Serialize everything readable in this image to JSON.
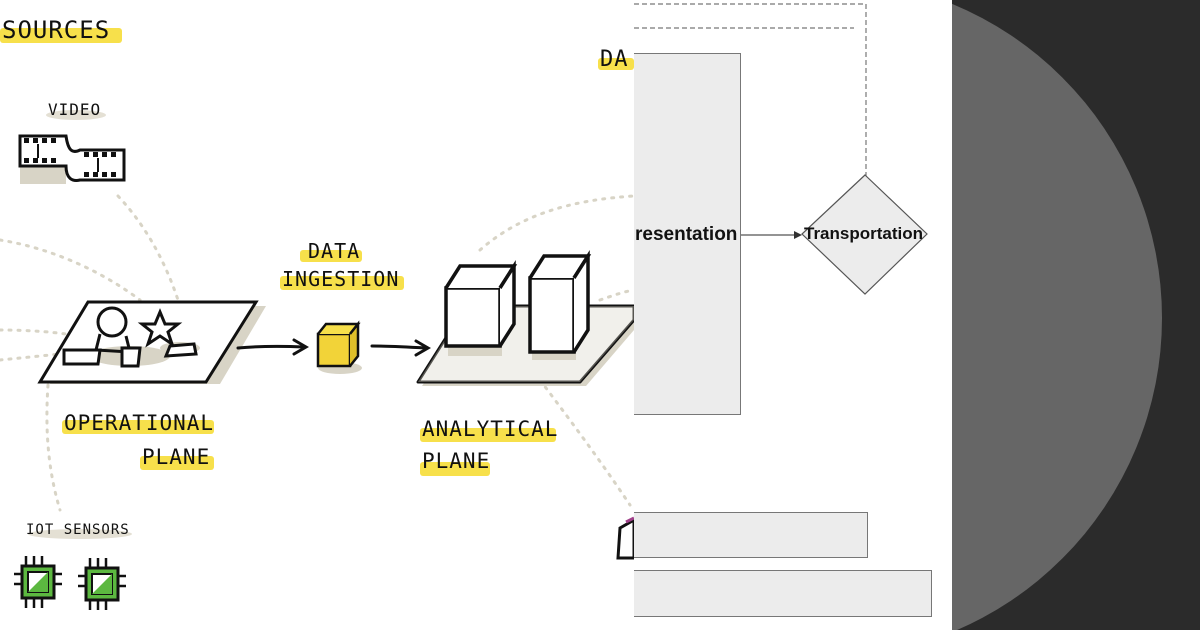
{
  "sketch": {
    "sources_label": "SOURCES",
    "video_label": "VIDEO",
    "data_ingestion_line1": "DATA",
    "data_ingestion_line2": "INGESTION",
    "operational_line1": "OPERATIONAL",
    "operational_line2": "PLANE",
    "analytical_line1": "ANALYTICAL",
    "analytical_line2": "PLANE",
    "iot_label": "IOT SENSORS",
    "cut_label": "DA"
  },
  "flowchart": {
    "presentation_label": "resentation",
    "transportation_label": "Transportation"
  },
  "colors": {
    "highlight": "#f7e04b",
    "ink": "#111111",
    "shadow": "#d8d4c6",
    "cube": "#f2d338",
    "chip_green": "#5cb840",
    "box_fill": "#ececec",
    "box_border": "#777777",
    "dark_bg": "#2b2b2b",
    "dark_circle": "#666666"
  }
}
